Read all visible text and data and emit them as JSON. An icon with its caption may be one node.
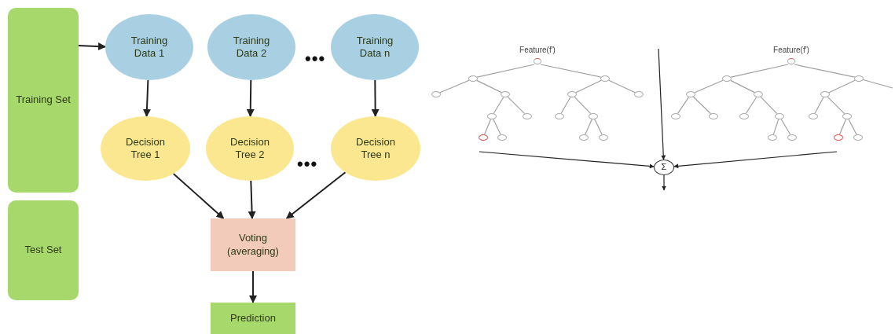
{
  "diagram": {
    "nodes": [
      {
        "text": [
          "Training Set"
        ]
      },
      {
        "text": [
          "Test Set"
        ]
      },
      {
        "text": [
          "Training Data 1"
        ]
      },
      {
        "text": [
          "Training Data 2"
        ]
      },
      {
        "text": [
          "Training Data n"
        ]
      },
      {
        "text": [
          "Decision Tree 1"
        ]
      },
      {
        "text": [
          "Decision Tree 2"
        ]
      },
      {
        "text": [
          "Decision Tree n"
        ]
      },
      {
        "text": [
          "Voting (averaging)"
        ]
      },
      {
        "text": [
          "Prediction"
        ]
      },
      {
        "text": [
          "Feature(f')"
        ]
      },
      {
        "text": [],
        "shape": "circle"
      },
      {
        "text": [],
        "shape": "circle"
      },
      {
        "text": [],
        "shape": "circle"
      },
      {
        "text": [],
        "shape": "circle"
      },
      {
        "text": [],
        "shape": "circle"
      },
      {
        "text": [],
        "shape": "circle"
      },
      {
        "text": [],
        "shape": "circle"
      },
      {
        "text": [],
        "shape": "circle"
      },
      {
        "text": [],
        "shape": "circle"
      },
      {
        "text": [],
        "shape": "circle"
      },
      {
        "text": [],
        "shape": "circle"
      },
      {
        "text": [],
        "shape": "circle"
      },
      {
        "text": [],
        "shape": "circle"
      },
      {
        "text": [],
        "shape": "circle"
      },
      {
        "text": [
          "Feature(f')"
        ]
      },
      {
        "text": [],
        "shape": "circle"
      },
      {
        "text": [],
        "shape": "circle"
      },
      {
        "text": [],
        "shape": "circle"
      },
      {
        "text": [],
        "shape": "circle"
      },
      {
        "text": [],
        "shape": "circle"
      },
      {
        "text": [],
        "shape": "circle"
      },
      {
        "text": [],
        "shape": "circle"
      },
      {
        "text": [],
        "shape": "circle"
      },
      {
        "text": [],
        "shape": "circle"
      },
      {
        "text": [],
        "shape": "circle"
      },
      {
        "text": [],
        "shape": "circle"
      },
      {
        "text": [],
        "shape": "circle"
      },
      {
        "text": [],
        "shape": "circle"
      },
      {
        "text": [],
        "shape": "circle"
      },
      {
        "text": [],
        "shape": "circle"
      },
      {
        "text": [
          "Σ"
        ]
      }
    ],
    "edges": [
      {
        "from": 0,
        "to": 2,
        "arrow": "to",
        "color": "#222222"
      },
      {
        "from": 2,
        "to": 5,
        "arrow": "to",
        "color": "#222222"
      },
      {
        "from": 3,
        "to": 6,
        "arrow": "to",
        "color": "#222222"
      },
      {
        "from": 4,
        "to": 7,
        "arrow": "to",
        "color": "#222222"
      },
      {
        "from": 5,
        "to": 8,
        "arrow": "to",
        "color": "#222222"
      },
      {
        "from": 6,
        "to": 8,
        "arrow": "to",
        "color": "#222222"
      },
      {
        "from": 7,
        "to": 8,
        "arrow": "to",
        "color": "#222222"
      },
      {
        "from": 8,
        "to": 9,
        "arrow": "to",
        "color": "#222222"
      },
      {
        "from": 10,
        "to": 11,
        "arrow": "none"
      },
      {
        "from": 10,
        "to": 12,
        "arrow": "none"
      },
      {
        "from": 11,
        "to": 13,
        "arrow": "none"
      },
      {
        "from": 11,
        "to": 14,
        "arrow": "none"
      },
      {
        "from": 14,
        "to": 15,
        "arrow": "none"
      },
      {
        "from": 14,
        "to": 16,
        "arrow": "none"
      },
      {
        "from": 15,
        "to": 17,
        "arrow": "none"
      },
      {
        "from": 15,
        "to": 18,
        "arrow": "none"
      },
      {
        "from": 12,
        "to": 19,
        "arrow": "none"
      },
      {
        "from": 12,
        "to": 20,
        "arrow": "none"
      },
      {
        "from": 19,
        "to": 21,
        "arrow": "none"
      },
      {
        "from": 19,
        "to": 22,
        "arrow": "none"
      },
      {
        "from": 22,
        "to": 23,
        "arrow": "none"
      },
      {
        "from": 22,
        "to": 24,
        "arrow": "none"
      },
      {
        "from": 25,
        "to": 26,
        "arrow": "none"
      },
      {
        "from": 25,
        "to": 27,
        "arrow": "none"
      },
      {
        "from": 26,
        "to": 28,
        "arrow": "none"
      },
      {
        "from": 26,
        "to": 29,
        "arrow": "none"
      },
      {
        "from": 28,
        "to": 30,
        "arrow": "none"
      },
      {
        "from": 28,
        "to": 31,
        "arrow": "none"
      },
      {
        "from": 29,
        "to": 32,
        "arrow": "none"
      },
      {
        "from": 29,
        "to": 33,
        "arrow": "none"
      },
      {
        "from": 33,
        "to": 34,
        "arrow": "none"
      },
      {
        "from": 33,
        "to": 35,
        "arrow": "none"
      },
      {
        "from": 27,
        "to": 36,
        "arrow": "none"
      },
      {
        "from": 27,
        "to": null,
        "arrow": "none"
      },
      {
        "from": 36,
        "to": 37,
        "arrow": "none"
      },
      {
        "from": 36,
        "to": 38,
        "arrow": "none"
      },
      {
        "from": 38,
        "to": 39,
        "arrow": "none"
      },
      {
        "from": 38,
        "to": 40,
        "arrow": "none"
      },
      {
        "from": null,
        "to": 41,
        "arrow": "to",
        "color": "#222222"
      },
      {
        "from": null,
        "to": 41,
        "arrow": "to",
        "color": "#222222"
      },
      {
        "from": null,
        "to": 41,
        "arrow": "to",
        "color": "#222222"
      },
      {
        "from": 41,
        "to": null,
        "arrow": "to",
        "color": "#222222"
      }
    ],
    "labels": [
      "•••",
      "•••"
    ]
  }
}
